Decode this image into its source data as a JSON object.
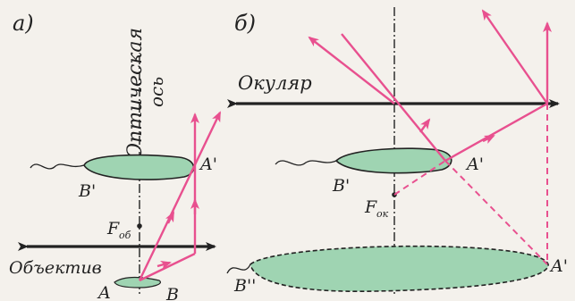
{
  "colors": {
    "background": "#f4f1ec",
    "ray": "#e8508f",
    "lens": "#222222",
    "blob_fill": "#9fd4b2",
    "axis": "#222222"
  },
  "panel_a": {
    "label": "а)",
    "axis_title": "Оптическая",
    "axis_title_2": "ось",
    "objective": "Объектив",
    "focus_main": "F",
    "focus_sub": "об",
    "A": "A",
    "B": "B",
    "A_prime": "A'",
    "B_prime": "B'"
  },
  "panel_b": {
    "label": "б)",
    "eyepiece": "Окуляр",
    "focus_main": "F",
    "focus_sub": "ок",
    "A_prime": "A'",
    "B_prime": "B'",
    "A_double_prime": "A'",
    "B_double_prime": "B''"
  }
}
